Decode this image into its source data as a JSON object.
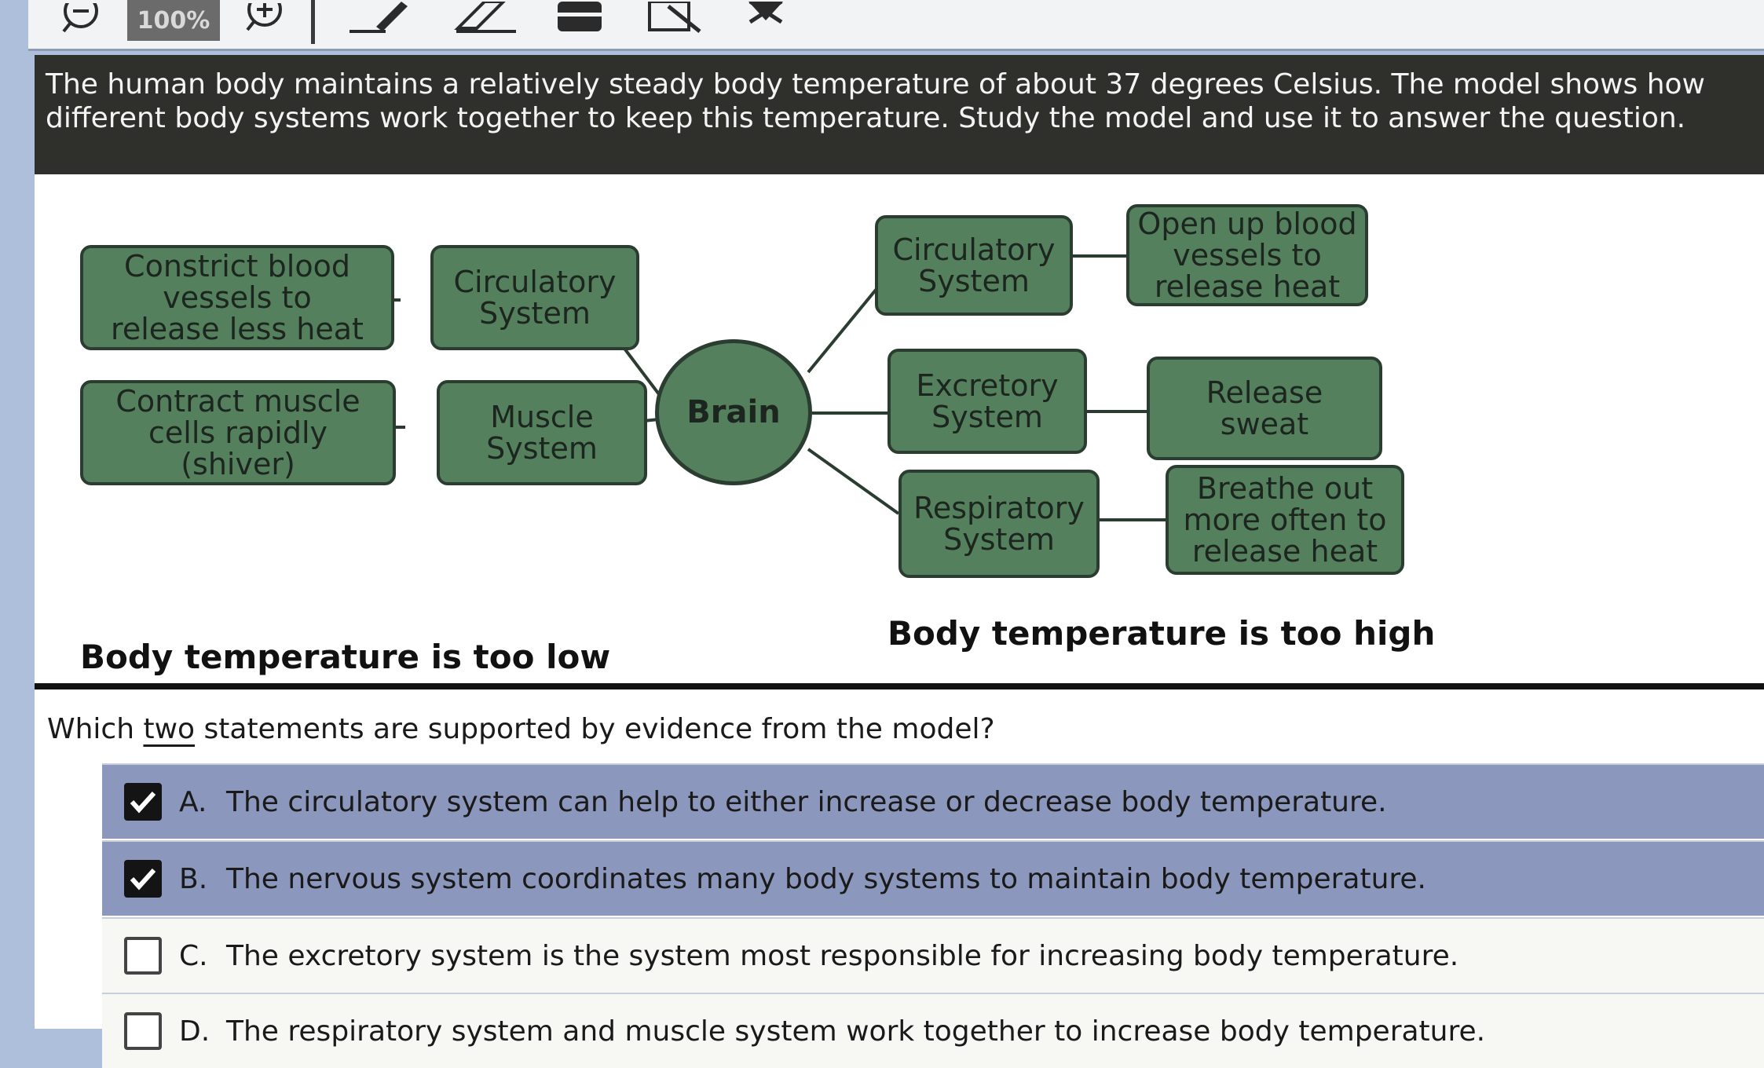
{
  "toolbar": {
    "zoom_label": "100%",
    "icons": [
      "zoom-out-icon",
      "zoom-in-icon",
      "pen-icon",
      "eraser-icon",
      "highlighter-icon",
      "annotate-icon",
      "close-icon"
    ]
  },
  "intro_text": "The human body maintains a relatively steady body temperature of about 37 degrees Celsius. The model shows how different body systems work together to keep this temperature. Study the model and use it to answer the question.",
  "diagram": {
    "center": "Brain",
    "low": {
      "caption": "Body temperature is too low",
      "systems": [
        "Circulatory\nSystem",
        "Muscle\nSystem"
      ],
      "actions": [
        "Constrict blood\nvessels to\nrelease less heat",
        "Contract muscle\ncells rapidly\n(shiver)"
      ]
    },
    "high": {
      "caption": "Body temperature is too high",
      "systems": [
        "Circulatory\nSystem",
        "Excretory\nSystem",
        "Respiratory\nSystem"
      ],
      "actions": [
        "Open up blood\nvessels to\nrelease heat",
        "Release\nsweat",
        "Breathe out\nmore often to\nrelease heat"
      ]
    }
  },
  "question": {
    "prefix": "Which ",
    "underlined": "two",
    "suffix": " statements are supported by evidence from the model?"
  },
  "options": [
    {
      "letter": "A.",
      "text": "The circulatory system can help to either increase or decrease body temperature.",
      "checked": true
    },
    {
      "letter": "B.",
      "text": "The nervous system coordinates many body systems to maintain body temperature.",
      "checked": true
    },
    {
      "letter": "C.",
      "text": "The excretory system is the system most responsible for increasing body temperature.",
      "checked": false
    },
    {
      "letter": "D.",
      "text": "The respiratory system and muscle system work together to increase body temperature.",
      "checked": false
    }
  ],
  "colors": {
    "box_fill": "#55805e",
    "box_border": "#2b3d30",
    "selected_row": "#8b97bc",
    "intro_bg": "#2f2f2b"
  }
}
